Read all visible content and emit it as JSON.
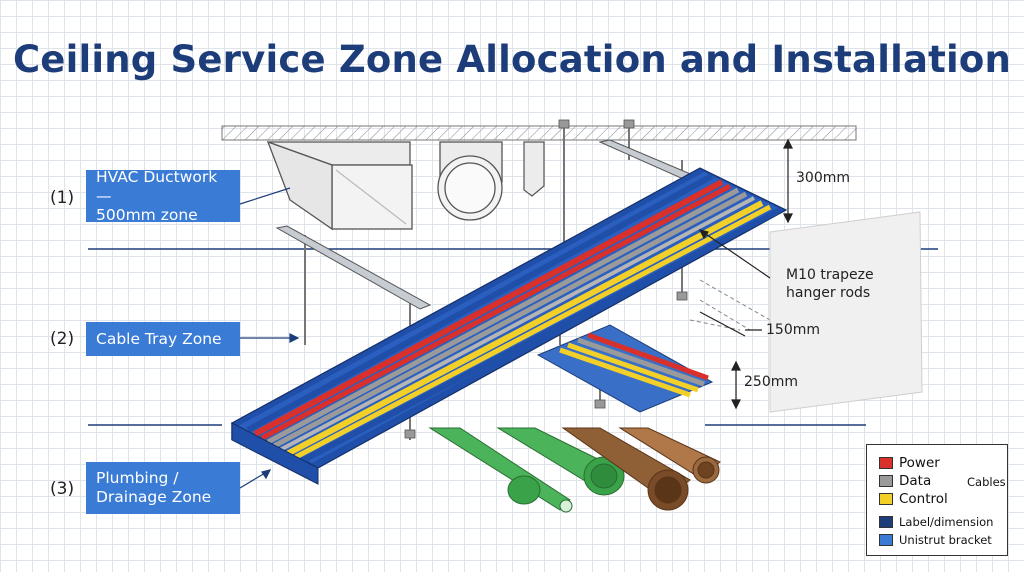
{
  "title": "Ceiling Service Zone Allocation and Installation",
  "zones": [
    {
      "number": "(1)",
      "label_line1": "HVAC Ductwork —",
      "label_line2": "500mm zone"
    },
    {
      "number": "(2)",
      "label_line1": "Cable Tray Zone",
      "label_line2": ""
    },
    {
      "number": "(3)",
      "label_line1": "Plumbing /",
      "label_line2": "Drainage Zone"
    }
  ],
  "dimensions": {
    "top_gap": "300mm",
    "hanger_line1": "M10 trapeze",
    "hanger_line2": "hanger rods",
    "offset": "150mm",
    "lower_tray": "250mm"
  },
  "legend": {
    "items": [
      {
        "label": "Power",
        "color": "#d9302c"
      },
      {
        "label": "Data",
        "color": "#9a9a9a"
      },
      {
        "label": "Control",
        "color": "#f2d028"
      }
    ],
    "group_label": "Cables",
    "extra": [
      {
        "label": "Label/dimension",
        "color": "#1d3d7a"
      },
      {
        "label": "Unistrut bracket",
        "color": "#3a7bd5"
      }
    ]
  },
  "colors": {
    "tray_blue": "#1f4fa8",
    "label_blue": "#3a7bd5",
    "title_navy": "#1d3d7a",
    "green_pipe": "#3aa34a",
    "brown_pipe": "#8a5a32"
  }
}
